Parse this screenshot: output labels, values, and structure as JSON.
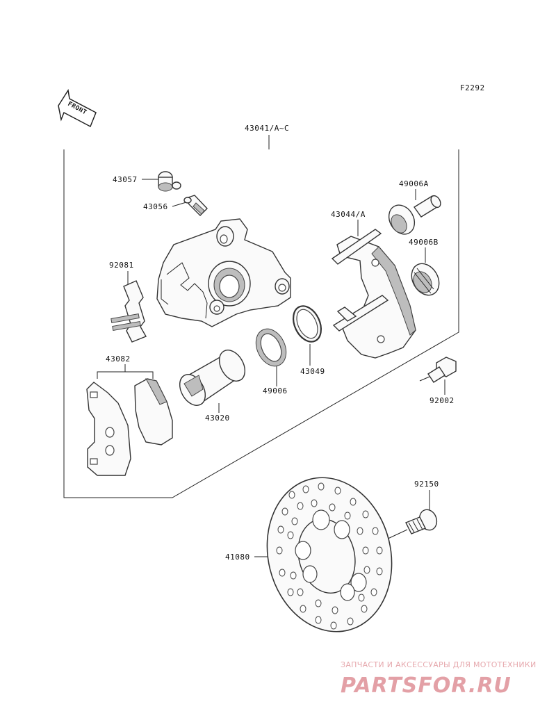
{
  "diagram": {
    "code": "F2292",
    "front_label": "FRONT",
    "parts": {
      "caliper_assy": "43041/A~C",
      "p43057": "43057",
      "p43056": "43056",
      "p92081": "92081",
      "p43082": "43082",
      "p43020": "43020",
      "p49006": "49006",
      "p43049": "43049",
      "p43044": "43044/A",
      "p49006A": "49006A",
      "p49006B": "49006B",
      "p92002": "92002",
      "p92150": "92150",
      "p41080": "41080"
    }
  },
  "watermark": {
    "tagline": "ЗАПЧАСТИ И АКСЕССУАРЫ ДЛЯ МОТОТЕХНИКИ",
    "logo": "PARTSFOR.RU"
  }
}
